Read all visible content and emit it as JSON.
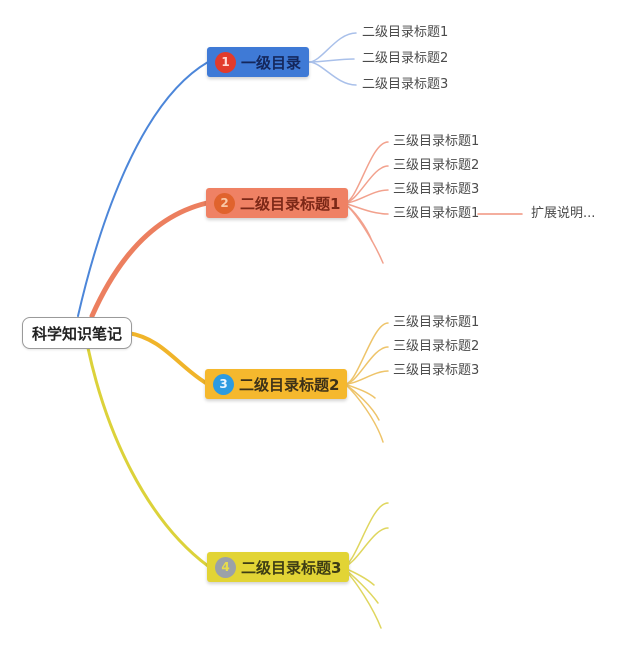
{
  "root": {
    "label": "科学知识笔记"
  },
  "branches": [
    {
      "badge": "1",
      "label": "一级目录",
      "branch_color": "#4c86d9",
      "fan_color": "#a9c0ea",
      "node_bg": "#3f7ad6",
      "text_color": "#14275c",
      "badge_bg": "#e23b2c",
      "badge_fg": "#ffd9d4",
      "children": [
        {
          "label": "二级目录标题1"
        },
        {
          "label": "二级目录标题2"
        },
        {
          "label": "二级目录标题3"
        }
      ]
    },
    {
      "badge": "2",
      "label": "二级目录标题1",
      "branch_color": "#ec7f5f",
      "fan_color": "#f2a18d",
      "node_bg": "#ef8164",
      "text_color": "#7c2817",
      "badge_bg": "#e0632d",
      "badge_fg": "#f9c8a6",
      "children": [
        {
          "label": "三级目录标题1"
        },
        {
          "label": "三级目录标题2"
        },
        {
          "label": "三级目录标题3"
        },
        {
          "label": "三级目录标题1",
          "note": "扩展说明..."
        }
      ]
    },
    {
      "badge": "3",
      "label": "二级目录标题2",
      "branch_color": "#f0b42a",
      "fan_color": "#eec46a",
      "node_bg": "#f5b82d",
      "text_color": "#3d3118",
      "badge_bg": "#2d9be0",
      "badge_fg": "#eaf6ff",
      "children": [
        {
          "label": "三级目录标题1"
        },
        {
          "label": "三级目录标题2"
        },
        {
          "label": "三级目录标题3"
        }
      ]
    },
    {
      "badge": "4",
      "label": "二级目录标题3",
      "branch_color": "#dcd23a",
      "fan_color": "#dfd65e",
      "node_bg": "#e2d435",
      "text_color": "#3e3d14",
      "badge_bg": "#9ba1a8",
      "badge_fg": "#e8dd4a",
      "note_line_color": "#f0937e"
    }
  ]
}
